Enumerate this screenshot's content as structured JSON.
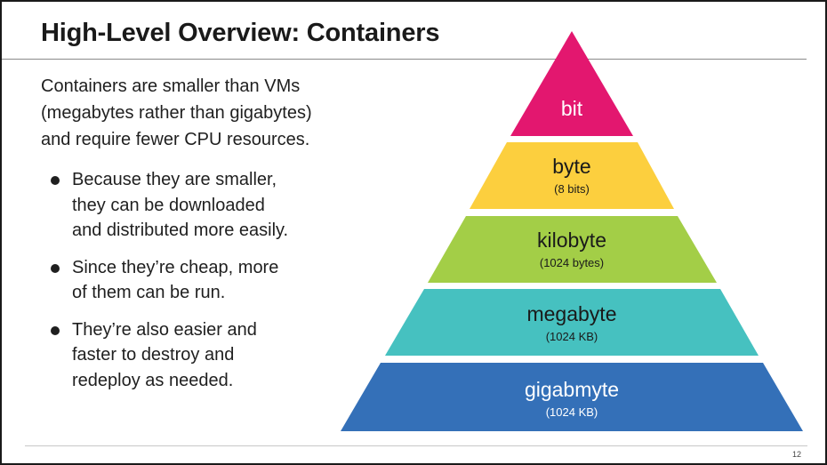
{
  "slide": {
    "title": "High-Level Overview: Containers",
    "intro_lines": [
      "Containers are smaller than VMs",
      "(megabytes rather than gigabytes)",
      "and require fewer CPU resources."
    ],
    "bullets": [
      {
        "lines": [
          "Because they are smaller,",
          "they can be downloaded",
          "and distributed more easily."
        ]
      },
      {
        "lines": [
          "Since they’re cheap, more",
          "of them can be run."
        ]
      },
      {
        "lines": [
          "They’re also easier and",
          "faster to destroy and",
          "redeploy as needed."
        ]
      }
    ],
    "page_number": "12"
  },
  "pyramid": {
    "levels": [
      {
        "label": "bit",
        "sublabel": "",
        "color": "#E3176F",
        "text_color": "#ffffff"
      },
      {
        "label": "byte",
        "sublabel": "(8 bits)",
        "color": "#FCCF3E",
        "text_color": "#1a1a1a"
      },
      {
        "label": "kilobyte",
        "sublabel": "(1024 bytes)",
        "color": "#A3CE47",
        "text_color": "#1a1a1a"
      },
      {
        "label": "megabyte",
        "sublabel": "(1024 KB)",
        "color": "#46C1C0",
        "text_color": "#1a1a1a"
      },
      {
        "label": "gigabmyte",
        "sublabel": "(1024 KB)",
        "color": "#3470B8",
        "text_color": "#ffffff"
      }
    ]
  }
}
